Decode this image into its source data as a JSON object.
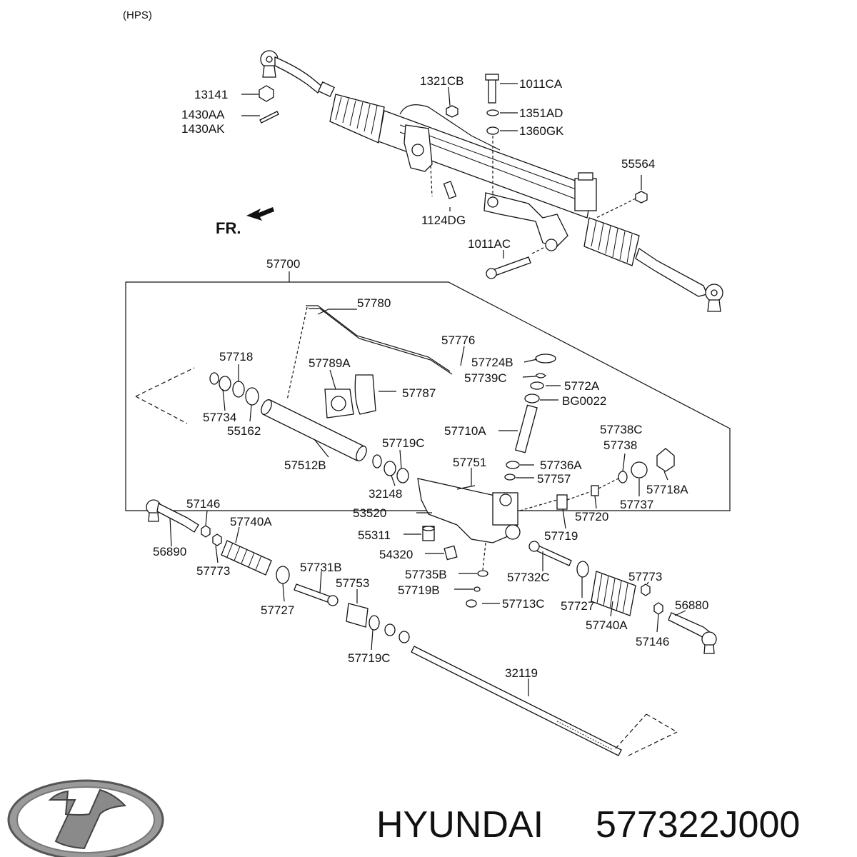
{
  "header": {
    "variant": "(HPS)"
  },
  "direction": {
    "label": "FR."
  },
  "brand": {
    "name": "HYUNDAI",
    "part_number": "577322J000",
    "logo": "hyundai-logo"
  },
  "assembly_label": "57700",
  "callouts": [
    {
      "id": "c13141",
      "text": "13141"
    },
    {
      "id": "c1430AA",
      "text": "1430AA"
    },
    {
      "id": "c1430AK",
      "text": "1430AK"
    },
    {
      "id": "c1321CB",
      "text": "1321CB"
    },
    {
      "id": "c1011CA",
      "text": "1011CA"
    },
    {
      "id": "c1351AD",
      "text": "1351AD"
    },
    {
      "id": "c1360GK",
      "text": "1360GK"
    },
    {
      "id": "c55564",
      "text": "55564"
    },
    {
      "id": "c1124DG",
      "text": "1124DG"
    },
    {
      "id": "c1011AC",
      "text": "1011AC"
    },
    {
      "id": "c57780",
      "text": "57780"
    },
    {
      "id": "c57776",
      "text": "57776"
    },
    {
      "id": "c57718",
      "text": "57718"
    },
    {
      "id": "c57789A",
      "text": "57789A"
    },
    {
      "id": "c57724B",
      "text": "57724B"
    },
    {
      "id": "c57739C",
      "text": "57739C"
    },
    {
      "id": "c5772A",
      "text": "5772A"
    },
    {
      "id": "cBG0022",
      "text": "BG0022"
    },
    {
      "id": "c57787",
      "text": "57787"
    },
    {
      "id": "c57734",
      "text": "57734"
    },
    {
      "id": "c55162",
      "text": "55162"
    },
    {
      "id": "c57710A",
      "text": "57710A"
    },
    {
      "id": "c57738C",
      "text": "57738C"
    },
    {
      "id": "c57738",
      "text": "57738"
    },
    {
      "id": "c57719C_a",
      "text": "57719C"
    },
    {
      "id": "c57512B",
      "text": "57512B"
    },
    {
      "id": "c57751",
      "text": "57751"
    },
    {
      "id": "c57736A",
      "text": "57736A"
    },
    {
      "id": "c57757",
      "text": "57757"
    },
    {
      "id": "c57718A",
      "text": "57718A"
    },
    {
      "id": "c32148",
      "text": "32148"
    },
    {
      "id": "c57720",
      "text": "57720"
    },
    {
      "id": "c57737",
      "text": "57737"
    },
    {
      "id": "c53520",
      "text": "53520"
    },
    {
      "id": "c57146_a",
      "text": "57146"
    },
    {
      "id": "c57740A_a",
      "text": "57740A"
    },
    {
      "id": "c55311",
      "text": "55311"
    },
    {
      "id": "c57719",
      "text": "57719"
    },
    {
      "id": "c56890",
      "text": "56890"
    },
    {
      "id": "c54320",
      "text": "54320"
    },
    {
      "id": "c57773_a",
      "text": "57773"
    },
    {
      "id": "c57731B",
      "text": "57731B"
    },
    {
      "id": "c57735B",
      "text": "57735B"
    },
    {
      "id": "c57732C",
      "text": "57732C"
    },
    {
      "id": "c57773_b",
      "text": "57773"
    },
    {
      "id": "c57753",
      "text": "57753"
    },
    {
      "id": "c57719B",
      "text": "57719B"
    },
    {
      "id": "c57727_a",
      "text": "57727"
    },
    {
      "id": "c57713C",
      "text": "57713C"
    },
    {
      "id": "c57727_b",
      "text": "57727"
    },
    {
      "id": "c56880",
      "text": "56880"
    },
    {
      "id": "c57740A_b",
      "text": "57740A"
    },
    {
      "id": "c57146_b",
      "text": "57146"
    },
    {
      "id": "c57719C_b",
      "text": "57719C"
    },
    {
      "id": "c32119",
      "text": "32119"
    }
  ]
}
